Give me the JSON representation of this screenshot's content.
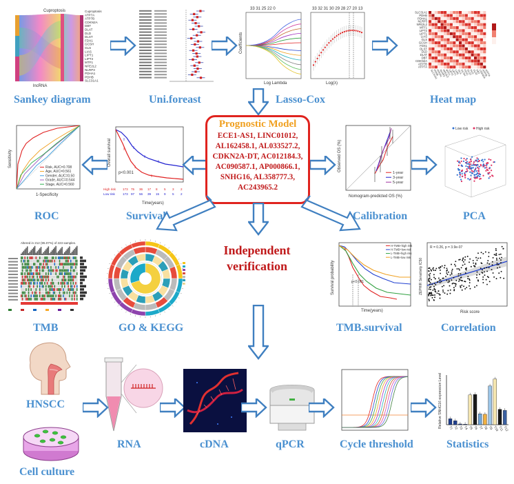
{
  "model": {
    "title": "Prognostic Model",
    "genes": "ECE1-AS1, LINC01012, AL162458.1, AL033527.2, CDKN2A-DT, AC012184.3, AC090587.1, AP000866.1, SNHG16, AL358777.3, AC243965.2"
  },
  "center_text": {
    "line1": "Independent",
    "line2": "verification"
  },
  "labels": {
    "sankey": "Sankey diagram",
    "uniforest": "Uni.foreast",
    "lasso": "Lasso-Cox",
    "heatmap": "Heat map",
    "roc": "ROC",
    "survival": "Survival",
    "calibration": "Calibration",
    "pca": "PCA",
    "tmb": "TMB",
    "gokegg": "GO & KEGG",
    "tmbsurv": "TMB.survival",
    "correlation": "Correlation",
    "hnscc": "HNSCC",
    "cell": "Cell culture",
    "rna": "RNA",
    "cdna": "cDNA",
    "qpcr": "qPCR",
    "cycle": "Cycle threshold",
    "statistics": "Statistics"
  },
  "sankey": {
    "title": "Cuproptosis",
    "bottom": "lncRNA",
    "genes": [
      "Cuproptosis",
      "ATP7A",
      "ATP7B",
      "CDKN2A",
      "DBT",
      "DLAT",
      "DLD",
      "DLST",
      "FDX1",
      "GCSH",
      "GLS",
      "LIAS",
      "LIPT1",
      "LIPT2",
      "MTF1",
      "NFE2L2",
      "NLRP3",
      "PDHA1",
      "PDHB",
      "SLC31A1"
    ]
  },
  "heatmap_genes": [
    "SLC31A1",
    "PDHB",
    "PDHA1",
    "NLRP3",
    "NFE2L2",
    "MTF1",
    "LIPT2",
    "LIPT1",
    "LIAS",
    "GLS",
    "GCSH",
    "FDX1",
    "DLST",
    "DLD",
    "DLAT",
    "DBT",
    "CDKN2A",
    "ATP7B",
    "ATP7A"
  ],
  "roc_legend": [
    "Risk, AUC=0.708",
    "Age, AUC=0.561",
    "Gender, AUC=0.50",
    "Grade, AUC=0.544",
    "Stage, AUC=0.560"
  ],
  "roc_axes": {
    "x": "1-Specificity",
    "y": "Sensitivity"
  },
  "survival": {
    "pval": "p<0.001",
    "xlab": "Time(years)",
    "ylab": "Overall survival",
    "rows": [
      "High risk",
      "Low risk"
    ],
    "high": [
      "173",
      "75",
      "36",
      "17",
      "8",
      "5",
      "3",
      "2"
    ],
    "low": [
      "173",
      "97",
      "56",
      "39",
      "15",
      "9",
      "5",
      "2"
    ]
  },
  "calibration": {
    "legend": [
      "1-year",
      "3-year",
      "5-year"
    ],
    "xlab": "Nomogram-predicted OS (%)",
    "ylab": "Observed OS (%)"
  },
  "pca_legend": [
    "Low risk",
    "High risk"
  ],
  "tmb_title": "Altered in 212 (95.07%) of 223 samples.",
  "tmbsurv": {
    "legend": [
      "H-TMB+high risk",
      "H-TMB+low risk",
      "L-TMB+high risk",
      "L-TMB+low risk"
    ],
    "xlab": "Time(years)",
    "ylab": "Survival probability"
  },
  "correlation": {
    "stat": "R = 0.26, p = 3.9e-07",
    "xlab": "Risk score",
    "ylab": "ZEPHIR Sensitivity IC50"
  },
  "statistics": {
    "ylab": "Relative SNHG16 expression Level",
    "categories": [
      "T1",
      "T2",
      "T3",
      "T4",
      "T5",
      "T6",
      "T7",
      "T8",
      "T9",
      "T10",
      "T11",
      "T12"
    ],
    "values": [
      1.2,
      0.8,
      0.15,
      0.1,
      6.0,
      6.1,
      2.2,
      2.1,
      7.8,
      9.2,
      3.1,
      2.9
    ]
  },
  "colors": {
    "label": "#4a90d0",
    "arrow": "#3f7fc0",
    "model_border": "#e0231e",
    "model_title": "#f0a020",
    "model_text": "#c0191a"
  }
}
